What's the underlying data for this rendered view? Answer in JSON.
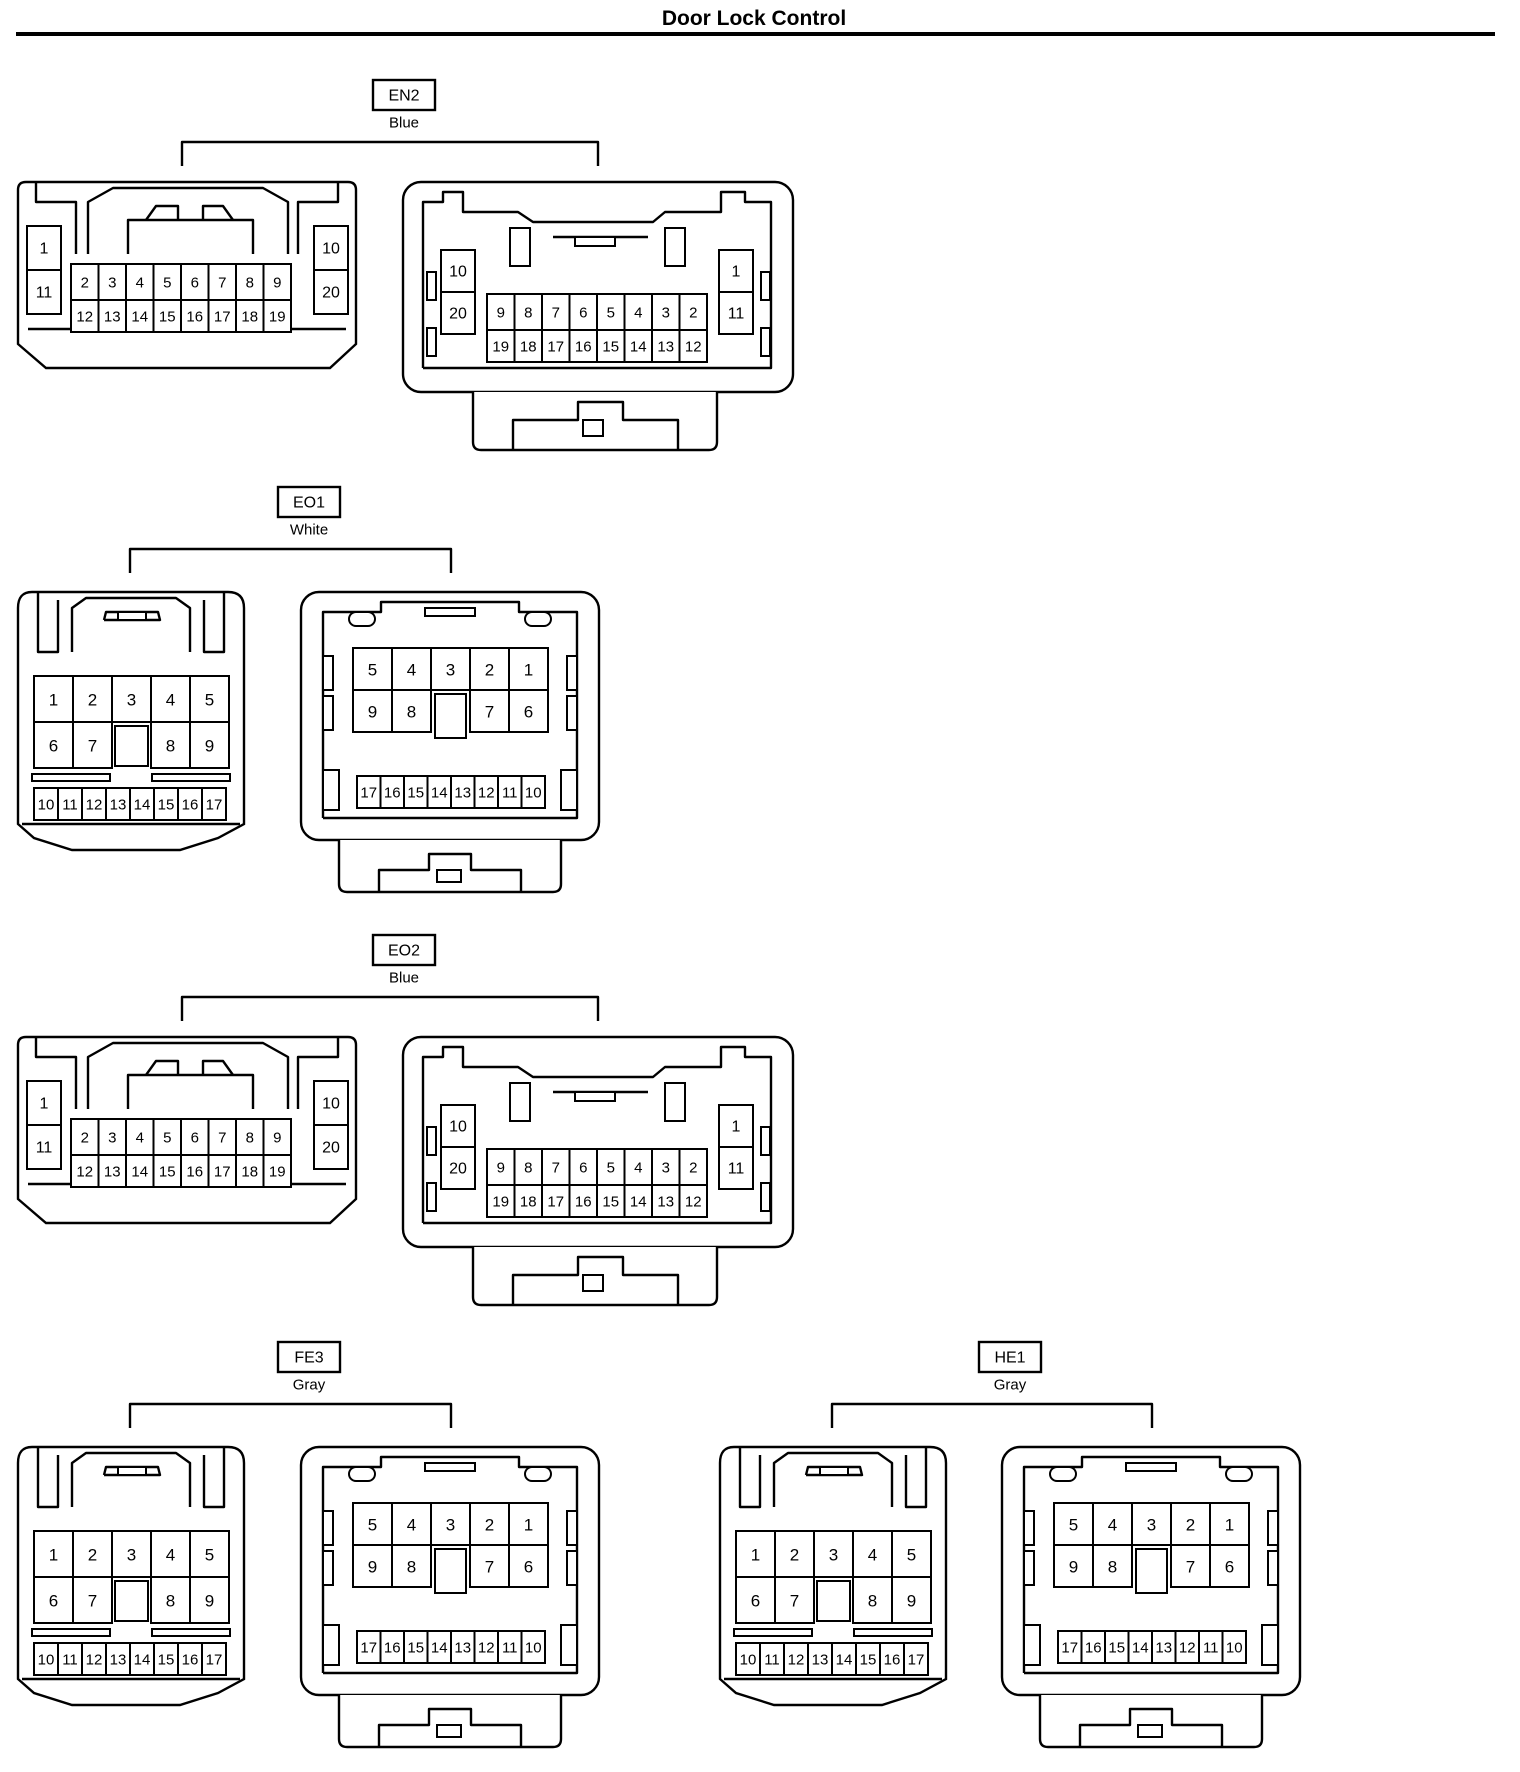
{
  "page": {
    "title": "Door Lock Control"
  },
  "connectors": [
    {
      "code": "EN2",
      "color": "Blue",
      "layout": "20pin",
      "male": {
        "left": [
          "1",
          "11"
        ],
        "right": [
          "10",
          "20"
        ],
        "top": [
          "2",
          "3",
          "4",
          "5",
          "6",
          "7",
          "8",
          "9"
        ],
        "bottom": [
          "12",
          "13",
          "14",
          "15",
          "16",
          "17",
          "18",
          "19"
        ]
      },
      "female": {
        "left": [
          "10",
          "20"
        ],
        "right": [
          "1",
          "11"
        ],
        "top": [
          "9",
          "8",
          "7",
          "6",
          "5",
          "4",
          "3",
          "2"
        ],
        "bottom": [
          "19",
          "18",
          "17",
          "16",
          "15",
          "14",
          "13",
          "12"
        ]
      }
    },
    {
      "code": "EO1",
      "color": "White",
      "layout": "17pin",
      "male": {
        "row1": [
          "1",
          "2",
          "3",
          "4",
          "5"
        ],
        "row2": [
          "6",
          "7",
          "",
          "8",
          "9"
        ],
        "bottom": [
          "10",
          "11",
          "12",
          "13",
          "14",
          "15",
          "16",
          "17"
        ]
      },
      "female": {
        "row1": [
          "5",
          "4",
          "3",
          "2",
          "1"
        ],
        "row2": [
          "9",
          "8",
          "",
          "7",
          "6"
        ],
        "bottom": [
          "17",
          "16",
          "15",
          "14",
          "13",
          "12",
          "11",
          "10"
        ]
      }
    },
    {
      "code": "EO2",
      "color": "Blue",
      "layout": "20pin",
      "male": {
        "left": [
          "1",
          "11"
        ],
        "right": [
          "10",
          "20"
        ],
        "top": [
          "2",
          "3",
          "4",
          "5",
          "6",
          "7",
          "8",
          "9"
        ],
        "bottom": [
          "12",
          "13",
          "14",
          "15",
          "16",
          "17",
          "18",
          "19"
        ]
      },
      "female": {
        "left": [
          "10",
          "20"
        ],
        "right": [
          "1",
          "11"
        ],
        "top": [
          "9",
          "8",
          "7",
          "6",
          "5",
          "4",
          "3",
          "2"
        ],
        "bottom": [
          "19",
          "18",
          "17",
          "16",
          "15",
          "14",
          "13",
          "12"
        ]
      }
    },
    {
      "code": "FE3",
      "color": "Gray",
      "layout": "17pin",
      "male": {
        "row1": [
          "1",
          "2",
          "3",
          "4",
          "5"
        ],
        "row2": [
          "6",
          "7",
          "",
          "8",
          "9"
        ],
        "bottom": [
          "10",
          "11",
          "12",
          "13",
          "14",
          "15",
          "16",
          "17"
        ]
      },
      "female": {
        "row1": [
          "5",
          "4",
          "3",
          "2",
          "1"
        ],
        "row2": [
          "9",
          "8",
          "",
          "7",
          "6"
        ],
        "bottom": [
          "17",
          "16",
          "15",
          "14",
          "13",
          "12",
          "11",
          "10"
        ]
      }
    },
    {
      "code": "HE1",
      "color": "Gray",
      "layout": "17pin",
      "male": {
        "row1": [
          "1",
          "2",
          "3",
          "4",
          "5"
        ],
        "row2": [
          "6",
          "7",
          "",
          "8",
          "9"
        ],
        "bottom": [
          "10",
          "11",
          "12",
          "13",
          "14",
          "15",
          "16",
          "17"
        ]
      },
      "female": {
        "row1": [
          "5",
          "4",
          "3",
          "2",
          "1"
        ],
        "row2": [
          "9",
          "8",
          "",
          "7",
          "6"
        ],
        "bottom": [
          "17",
          "16",
          "15",
          "14",
          "13",
          "12",
          "11",
          "10"
        ]
      }
    }
  ]
}
